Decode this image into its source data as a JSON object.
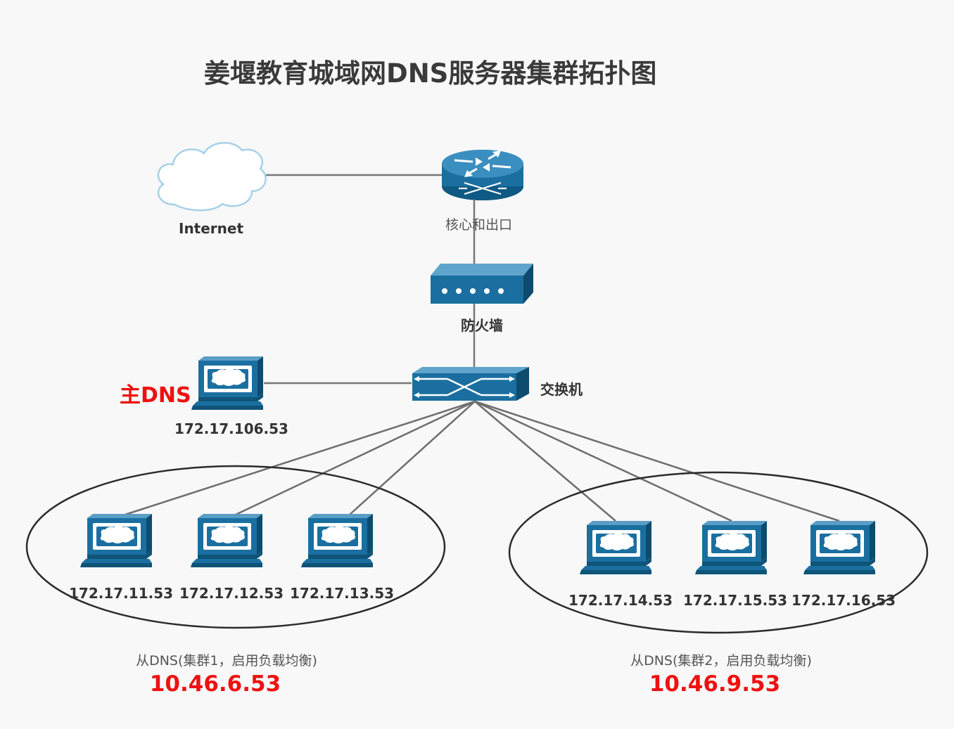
{
  "title": "姜堰教育城域网DNS服务器集群拓扑图",
  "nodes": {
    "internet": {
      "label": "Internet",
      "icon": "cloud-icon"
    },
    "core": {
      "label": "核心和出口",
      "icon": "router-icon"
    },
    "firewall": {
      "label": "防火墙",
      "icon": "firewall-icon"
    },
    "switch": {
      "label": "交换机",
      "icon": "switch-icon"
    },
    "primary_dns": {
      "label": "主DNS",
      "ip": "172.17.106.53",
      "icon": "server-icon"
    }
  },
  "clusters": [
    {
      "caption": "从DNS(集群1，启用负载均衡)",
      "vip": "10.46.6.53",
      "servers": [
        "172.17.11.53",
        "172.17.12.53",
        "172.17.13.53"
      ]
    },
    {
      "caption": "从DNS(集群2，启用负载均衡)",
      "vip": "10.46.9.53",
      "servers": [
        "172.17.14.53",
        "172.17.15.53",
        "172.17.16.53"
      ]
    }
  ],
  "colors": {
    "device_blue": "#1a6fa0",
    "device_dark": "#0f5478",
    "highlight_red": "#ee1111",
    "link_gray": "#6e6e6e",
    "cloud_stroke": "#9ecbe3"
  }
}
